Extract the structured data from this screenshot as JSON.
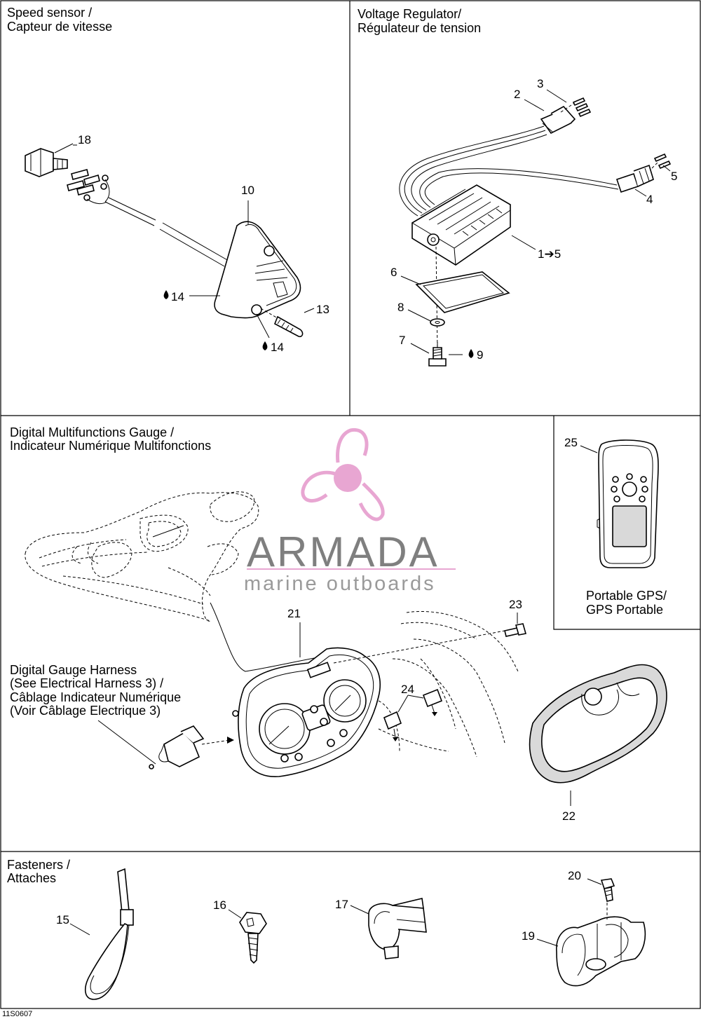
{
  "sections": {
    "speed_sensor": {
      "title_line1": "Speed sensor /",
      "title_line2": "Capteur de vitesse"
    },
    "voltage_regulator": {
      "title_line1": "Voltage Regulator/",
      "title_line2": "Régulateur de tension"
    },
    "digital_gauge": {
      "title_line1": "Digital Multifunctions Gauge /",
      "title_line2": "Indicateur Numérique Multifonctions"
    },
    "gps": {
      "title_line1": "Portable GPS/",
      "title_line2": "GPS Portable"
    },
    "harness": {
      "line1": "Digital Gauge Harness",
      "line2": "(See Electrical Harness 3) /",
      "line3": "Câblage Indicateur Numérique",
      "line4": "(Voir Câblage Electrique 3)"
    },
    "fasteners": {
      "title_line1": "Fasteners /",
      "title_line2": "Attaches"
    }
  },
  "callouts": {
    "c1_5": "1➔5",
    "c2": "2",
    "c3": "3",
    "c4": "4",
    "c5": "5",
    "c6": "6",
    "c7": "7",
    "c8": "8",
    "c9": "9",
    "c10": "10",
    "c13": "13",
    "c14a": "14",
    "c14b": "14",
    "c15": "15",
    "c16": "16",
    "c17": "17",
    "c18": "18",
    "c19": "19",
    "c20": "20",
    "c21": "21",
    "c22": "22",
    "c23": "23",
    "c24": "24",
    "c25": "25"
  },
  "watermark": {
    "name": "ARMADA",
    "tagline": "marine outboards",
    "color": "#e8a6d2"
  },
  "drawing_code": "11S0607",
  "icons": {
    "drop": "oil-drop-icon",
    "arrow": "right-arrow-icon"
  }
}
